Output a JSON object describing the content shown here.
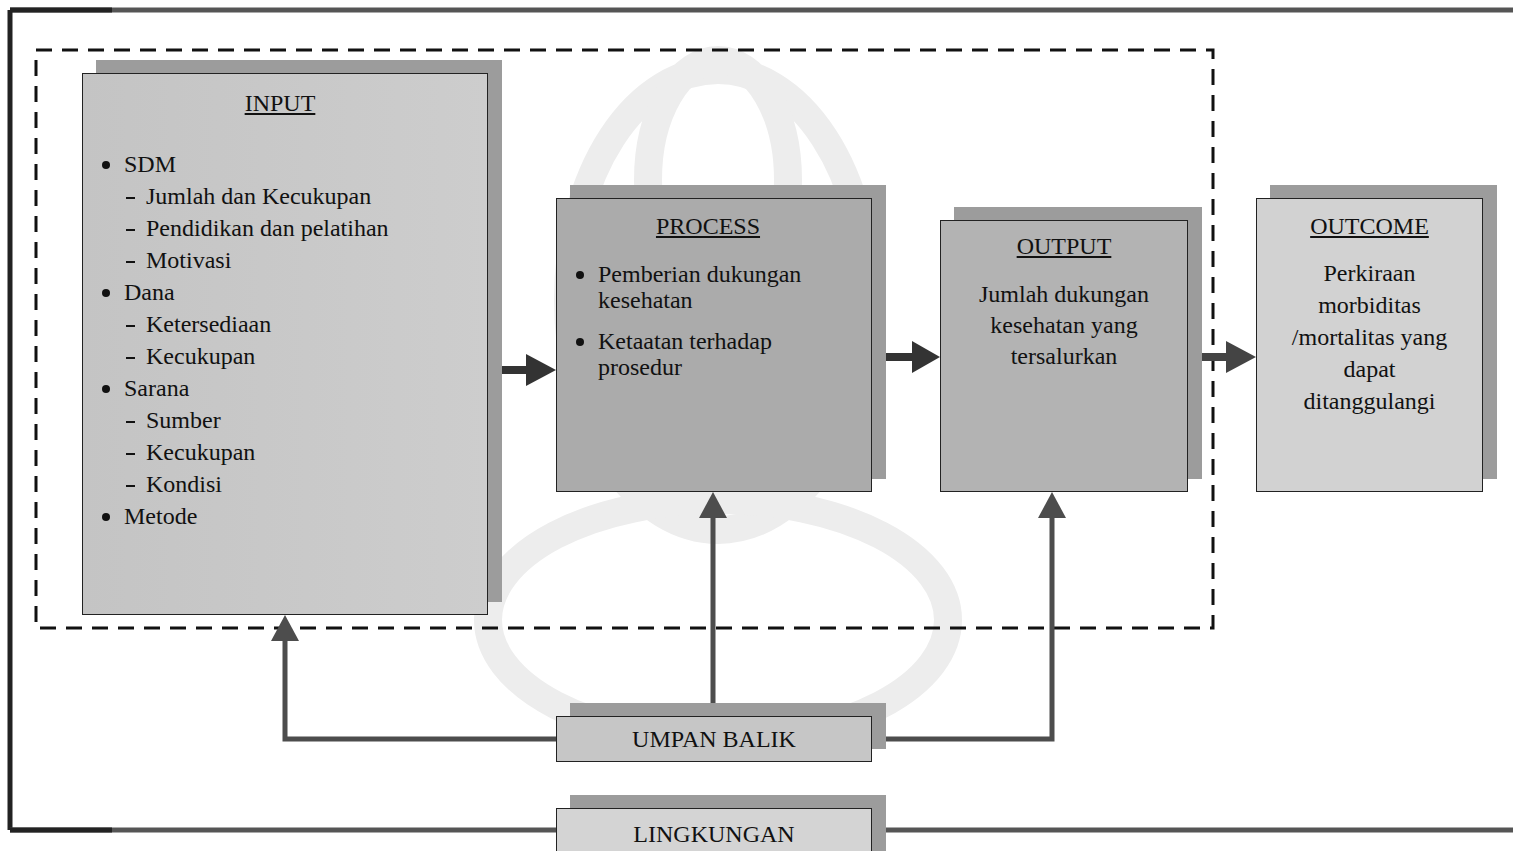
{
  "diagram": {
    "nodes": [
      {
        "text": [
          "INPUT",
          "SDM",
          "Jumlah dan Kecukupan",
          "Pendidikan dan pelatihan",
          "Motivasi",
          "Dana",
          "Ketersediaan",
          "Kecukupan",
          "Sarana",
          "Sumber",
          "Kecukupan",
          "Kondisi",
          "Metode"
        ]
      },
      {
        "text": [
          "PROCESS",
          "Pemberian dukungan kesehatan",
          "Ketaatan terhadap prosedur"
        ]
      },
      {
        "text": [
          "OUTPUT",
          "Jumlah dukungan kesehatan yang tersalurkan"
        ]
      },
      {
        "text": [
          "OUTCOME",
          "Perkiraan morbiditas /mortalitas yang dapat ditanggulangi"
        ]
      },
      {
        "text": [
          "UMPAN BALIK"
        ]
      },
      {
        "text": [
          "LINGKUNGAN"
        ]
      }
    ],
    "edges": [
      {
        "from": 0,
        "to": 1,
        "arrow": "to"
      },
      {
        "from": 1,
        "to": 2,
        "arrow": "to"
      },
      {
        "from": 2,
        "to": 3,
        "arrow": "to"
      },
      {
        "from": 4,
        "to": 0,
        "arrow": "to"
      },
      {
        "from": 4,
        "to": 1,
        "arrow": "to"
      },
      {
        "from": 4,
        "to": 2,
        "arrow": "to"
      }
    ]
  }
}
